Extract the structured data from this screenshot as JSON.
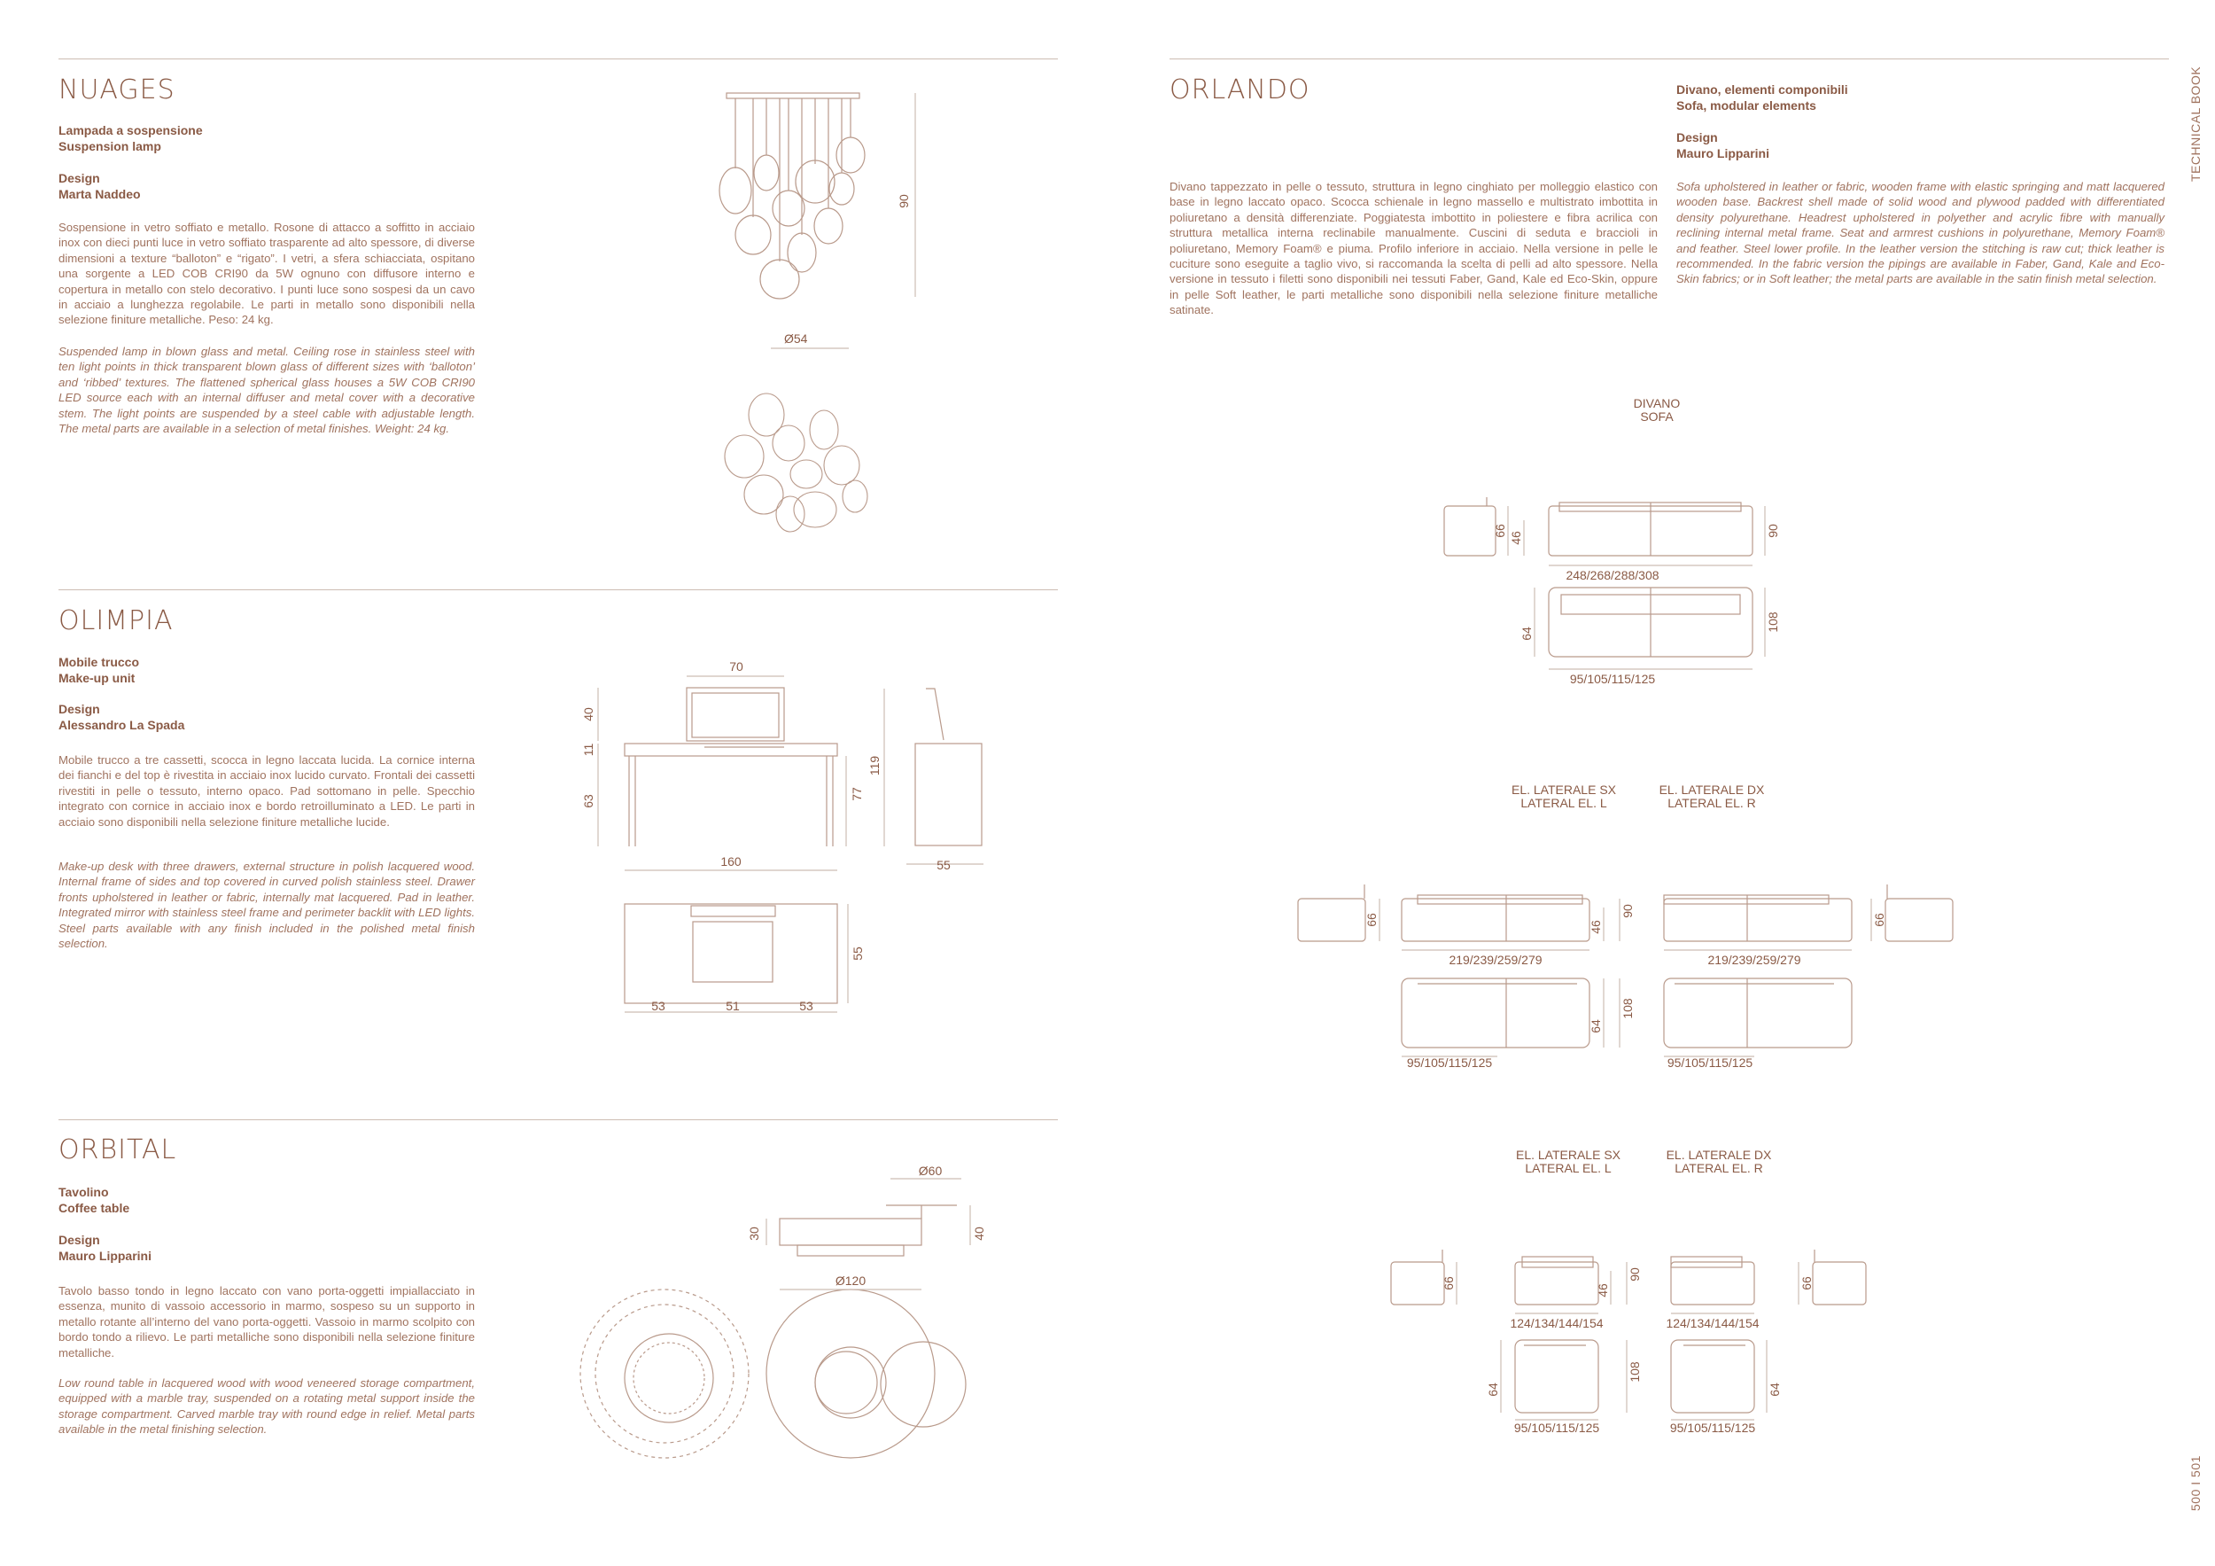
{
  "side_label": "TECHNICAL BOOK",
  "page_numbers": "500 I 501",
  "nuages": {
    "title": "NUAGES",
    "type_it": "Lampada a sospensione",
    "type_en": "Suspension lamp",
    "design_label": "Design",
    "designer": "Marta Naddeo",
    "desc_it": "Sospensione in vetro soffiato e metallo. Rosone di attacco a soffitto in acciaio inox con dieci punti luce in vetro soffiato trasparente ad alto spessore, di diverse dimensioni a texture “balloton” e “rigato”. I vetri, a sfera schiacciata, ospitano una sorgente a LED COB CRI90 da 5W ognuno con diffusore interno e copertura in metallo con stelo decorativo. I punti luce sono sospesi da un cavo in acciaio a lunghezza regolabile. Le parti in metallo sono disponibili nella selezione finiture metalliche. Peso: 24 kg.",
    "desc_en": "Suspended lamp in blown glass and metal. Ceiling rose in stainless steel with ten light points in thick transparent blown glass of different sizes with ‘balloton’ and ‘ribbed’ textures. The flattened spherical glass houses a 5W COB CRI90 LED source each with an internal diffuser and metal cover with a decorative stem. The light points are suspended by a steel cable with adjustable length. The metal parts are available in a selection of metal finishes. Weight: 24 kg.",
    "dim_height": "90",
    "dim_diameter": "Ø54"
  },
  "olimpia": {
    "title": "OLIMPIA",
    "type_it": "Mobile trucco",
    "type_en": "Make-up unit",
    "design_label": "Design",
    "designer": "Alessandro La Spada",
    "desc_it": "Mobile trucco a tre cassetti, scocca in legno laccata lucida. La cornice interna dei fianchi e del top è rivestita in acciaio inox lucido curvato. Frontali dei cassetti rivestiti in pelle o tessuto, interno opaco. Pad sottomano in pelle. Specchio integrato con cornice in acciaio inox e bordo retroilluminato a LED. Le parti in acciaio sono disponibili nella selezione finiture metalliche lucide.",
    "desc_en": "Make-up desk with three drawers, external structure in polish lacquered wood. Internal frame of sides and top covered in curved polish stainless steel. Drawer fronts upholstered in leather or fabric, internally mat lacquered. Pad in leather. Integrated mirror with stainless steel frame and perimeter backlit with LED lights. Steel parts available with any finish included in the polished metal finish selection.",
    "dims": {
      "mirror_w": "70",
      "mirror_h": "40",
      "top": "11",
      "legs": "63",
      "width": "160",
      "height": "77",
      "total_h": "119",
      "depth": "55",
      "plan_d": "55",
      "plan_a": "53",
      "plan_b": "51",
      "plan_c": "53"
    }
  },
  "orbital": {
    "title": "ORBITAL",
    "type_it": "Tavolino",
    "type_en": "Coffee table",
    "design_label": "Design",
    "designer": "Mauro Lipparini",
    "desc_it": "Tavolo basso tondo in legno laccato con vano porta-oggetti impiallacciato in essenza, munito di vassoio accessorio in marmo, sospeso su un supporto in metallo rotante all’interno del vano porta-oggetti. Vassoio in marmo scolpito con bordo tondo a rilievo. Le parti metalliche sono disponibili nella selezione finiture metalliche.",
    "desc_en": "Low round table in lacquered wood with wood veneered storage compartment, equipped with a marble tray, suspended on a rotating metal support inside the storage compartment. Carved marble tray with round edge in relief. Metal parts available in the metal finishing selection.",
    "dims": {
      "tray_d": "Ø60",
      "h1": "30",
      "h2": "40",
      "base_d": "Ø120"
    }
  },
  "orlando": {
    "title": "ORLANDO",
    "type_it": "Divano, elementi componibili",
    "type_en": "Sofa, modular elements",
    "design_label": "Design",
    "designer": "Mauro Lipparini",
    "desc_it": "Divano tappezzato in pelle o tessuto, struttura in legno cinghiato per molleggio elastico con base in legno laccato opaco. Scocca schienale in legno massello e multistrato imbottita in poliuretano a densità differenziate. Poggiatesta imbottito in poliestere e fibra acrilica con struttura metallica interna reclinabile manualmente. Cuscini di seduta e braccioli in poliuretano, Memory Foam® e piuma. Profilo inferiore in acciaio. Nella versione in pelle le cuciture sono eseguite a taglio vivo, si raccomanda la scelta di pelli ad alto spessore. Nella versione in tessuto i filetti sono disponibili nei tessuti Faber, Gand, Kale ed Eco-Skin, oppure in pelle Soft leather, le parti metalliche sono disponibili nella selezione finiture metalliche satinate.",
    "desc_en": "Sofa upholstered in leather or fabric, wooden frame with elastic springing and matt lacquered wooden base. Backrest shell made of solid wood and plywood padded with differentiated density polyurethane. Headrest upholstered in polyether and acrylic fibre with manually reclining internal metal frame. Seat and armrest cushions in polyurethane, Memory Foam® and feather. Steel lower profile. In the leather version the stitching is raw cut; thick leather is recommended. In the fabric version the pipings are available in Faber, Gand, Kale and Eco-Skin fabrics; or in Soft leather; the metal parts are available in the satin finish metal selection.",
    "sofa": {
      "label_it": "DIVANO",
      "label_en": "SOFA",
      "d66": "66",
      "d46": "46",
      "d90": "90",
      "width": "248/268/288/308",
      "d64": "64",
      "d108": "108",
      "depth": "95/105/115/125"
    },
    "lateral1": {
      "sx_it": "EL. LATERALE SX",
      "sx_en": "LATERAL EL. L",
      "dx_it": "EL. LATERALE DX",
      "dx_en": "LATERAL EL. R",
      "d66a": "66",
      "d46": "46",
      "d90": "90",
      "d66b": "66",
      "width_l": "219/239/259/279",
      "width_r": "219/239/259/279",
      "d64": "64",
      "d108": "108",
      "depth_l": "95/105/115/125",
      "depth_r": "95/105/115/125"
    },
    "lateral2": {
      "sx_it": "EL. LATERALE SX",
      "sx_en": "LATERAL EL. L",
      "dx_it": "EL. LATERALE DX",
      "dx_en": "LATERAL EL. R",
      "d66a": "66",
      "d46": "46",
      "d90": "90",
      "d66b": "66",
      "width_l": "124/134/144/154",
      "width_r": "124/134/144/154",
      "d64a": "64",
      "d108": "108",
      "d64b": "64",
      "depth_l": "95/105/115/125",
      "depth_r": "95/105/115/125"
    }
  }
}
